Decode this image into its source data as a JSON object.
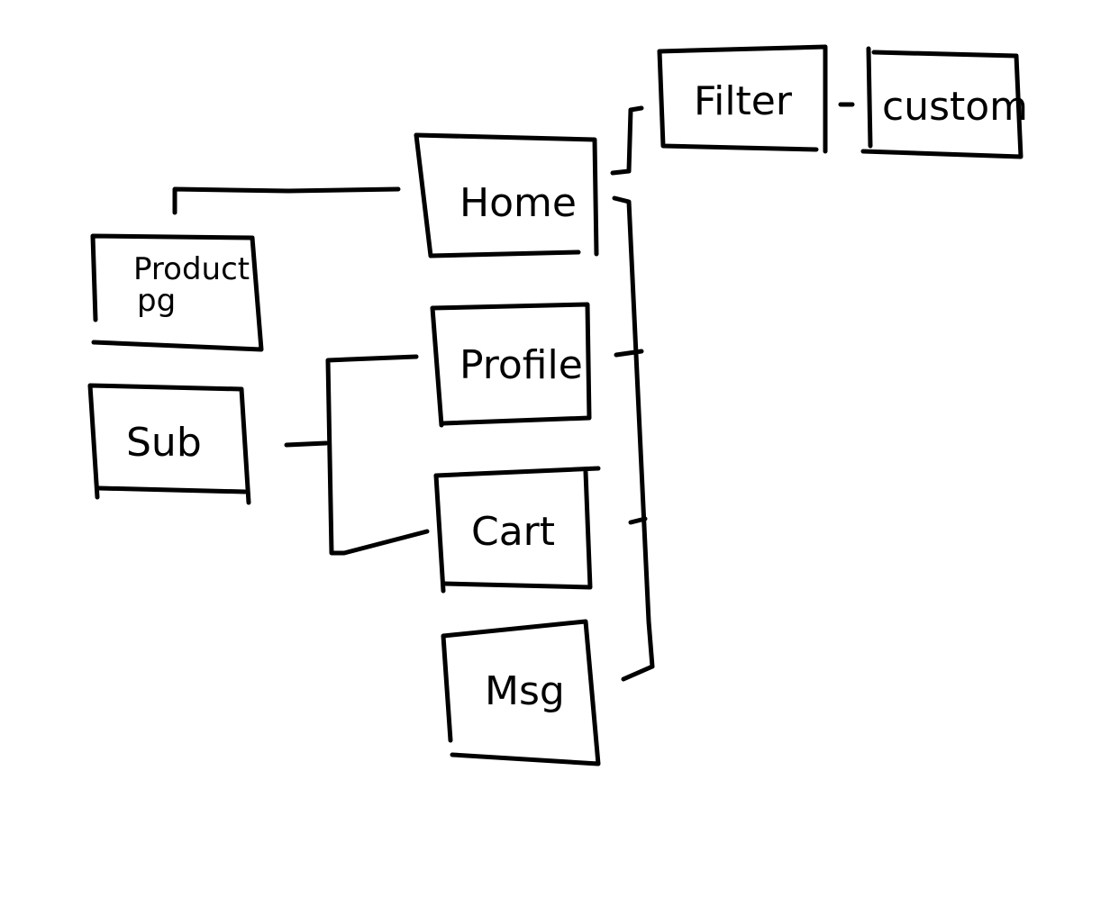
{
  "nodes": {
    "home": {
      "label": "Home"
    },
    "filter": {
      "label": "Filter"
    },
    "custom": {
      "label": "custom"
    },
    "product": {
      "line1": "Product",
      "line2": "pg"
    },
    "sub": {
      "label": "Sub"
    },
    "profile": {
      "label": "Profile"
    },
    "cart": {
      "label": "Cart"
    },
    "msg": {
      "label": "Msg"
    }
  },
  "colors": {
    "ink": "#000000",
    "background": "#ffffff"
  }
}
